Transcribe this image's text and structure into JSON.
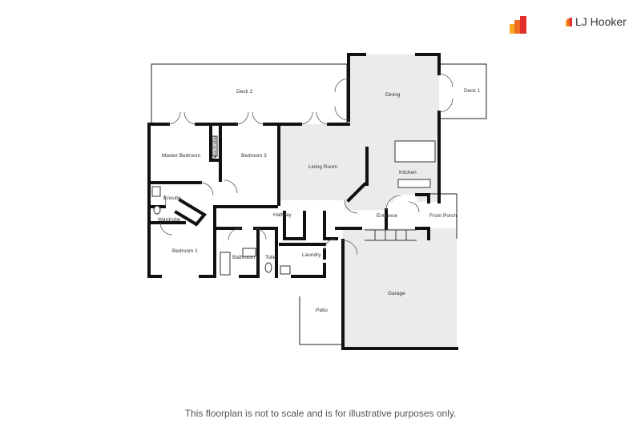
{
  "brand": {
    "name": "LJ Hooker",
    "colors": [
      "#f7a823",
      "#ef6c23",
      "#e12e2b"
    ]
  },
  "rooms": {
    "deck2": "Deck 2",
    "dining": "Dining",
    "deck1": "Deck 1",
    "master_bedroom": "Master Bedroom",
    "wardrobe_master": "Wardrobe",
    "bedroom3": "Bedroom 3",
    "living_room": "Living Room",
    "kitchen": "Kitchen",
    "ensuite": "Ensuite",
    "wardrobe": "Wardrobe",
    "hallway": "Hallway",
    "entrance": "Entrance",
    "front_porch": "Front Porch",
    "bedroom1": "Bedroom 1",
    "bathroom": "Bathroom",
    "toilet": "Toilet",
    "laundry": "Laundry",
    "garage": "Garage",
    "patio": "Patio"
  },
  "disclaimer": "This floorplan is not to scale and is for illustrative purposes only."
}
